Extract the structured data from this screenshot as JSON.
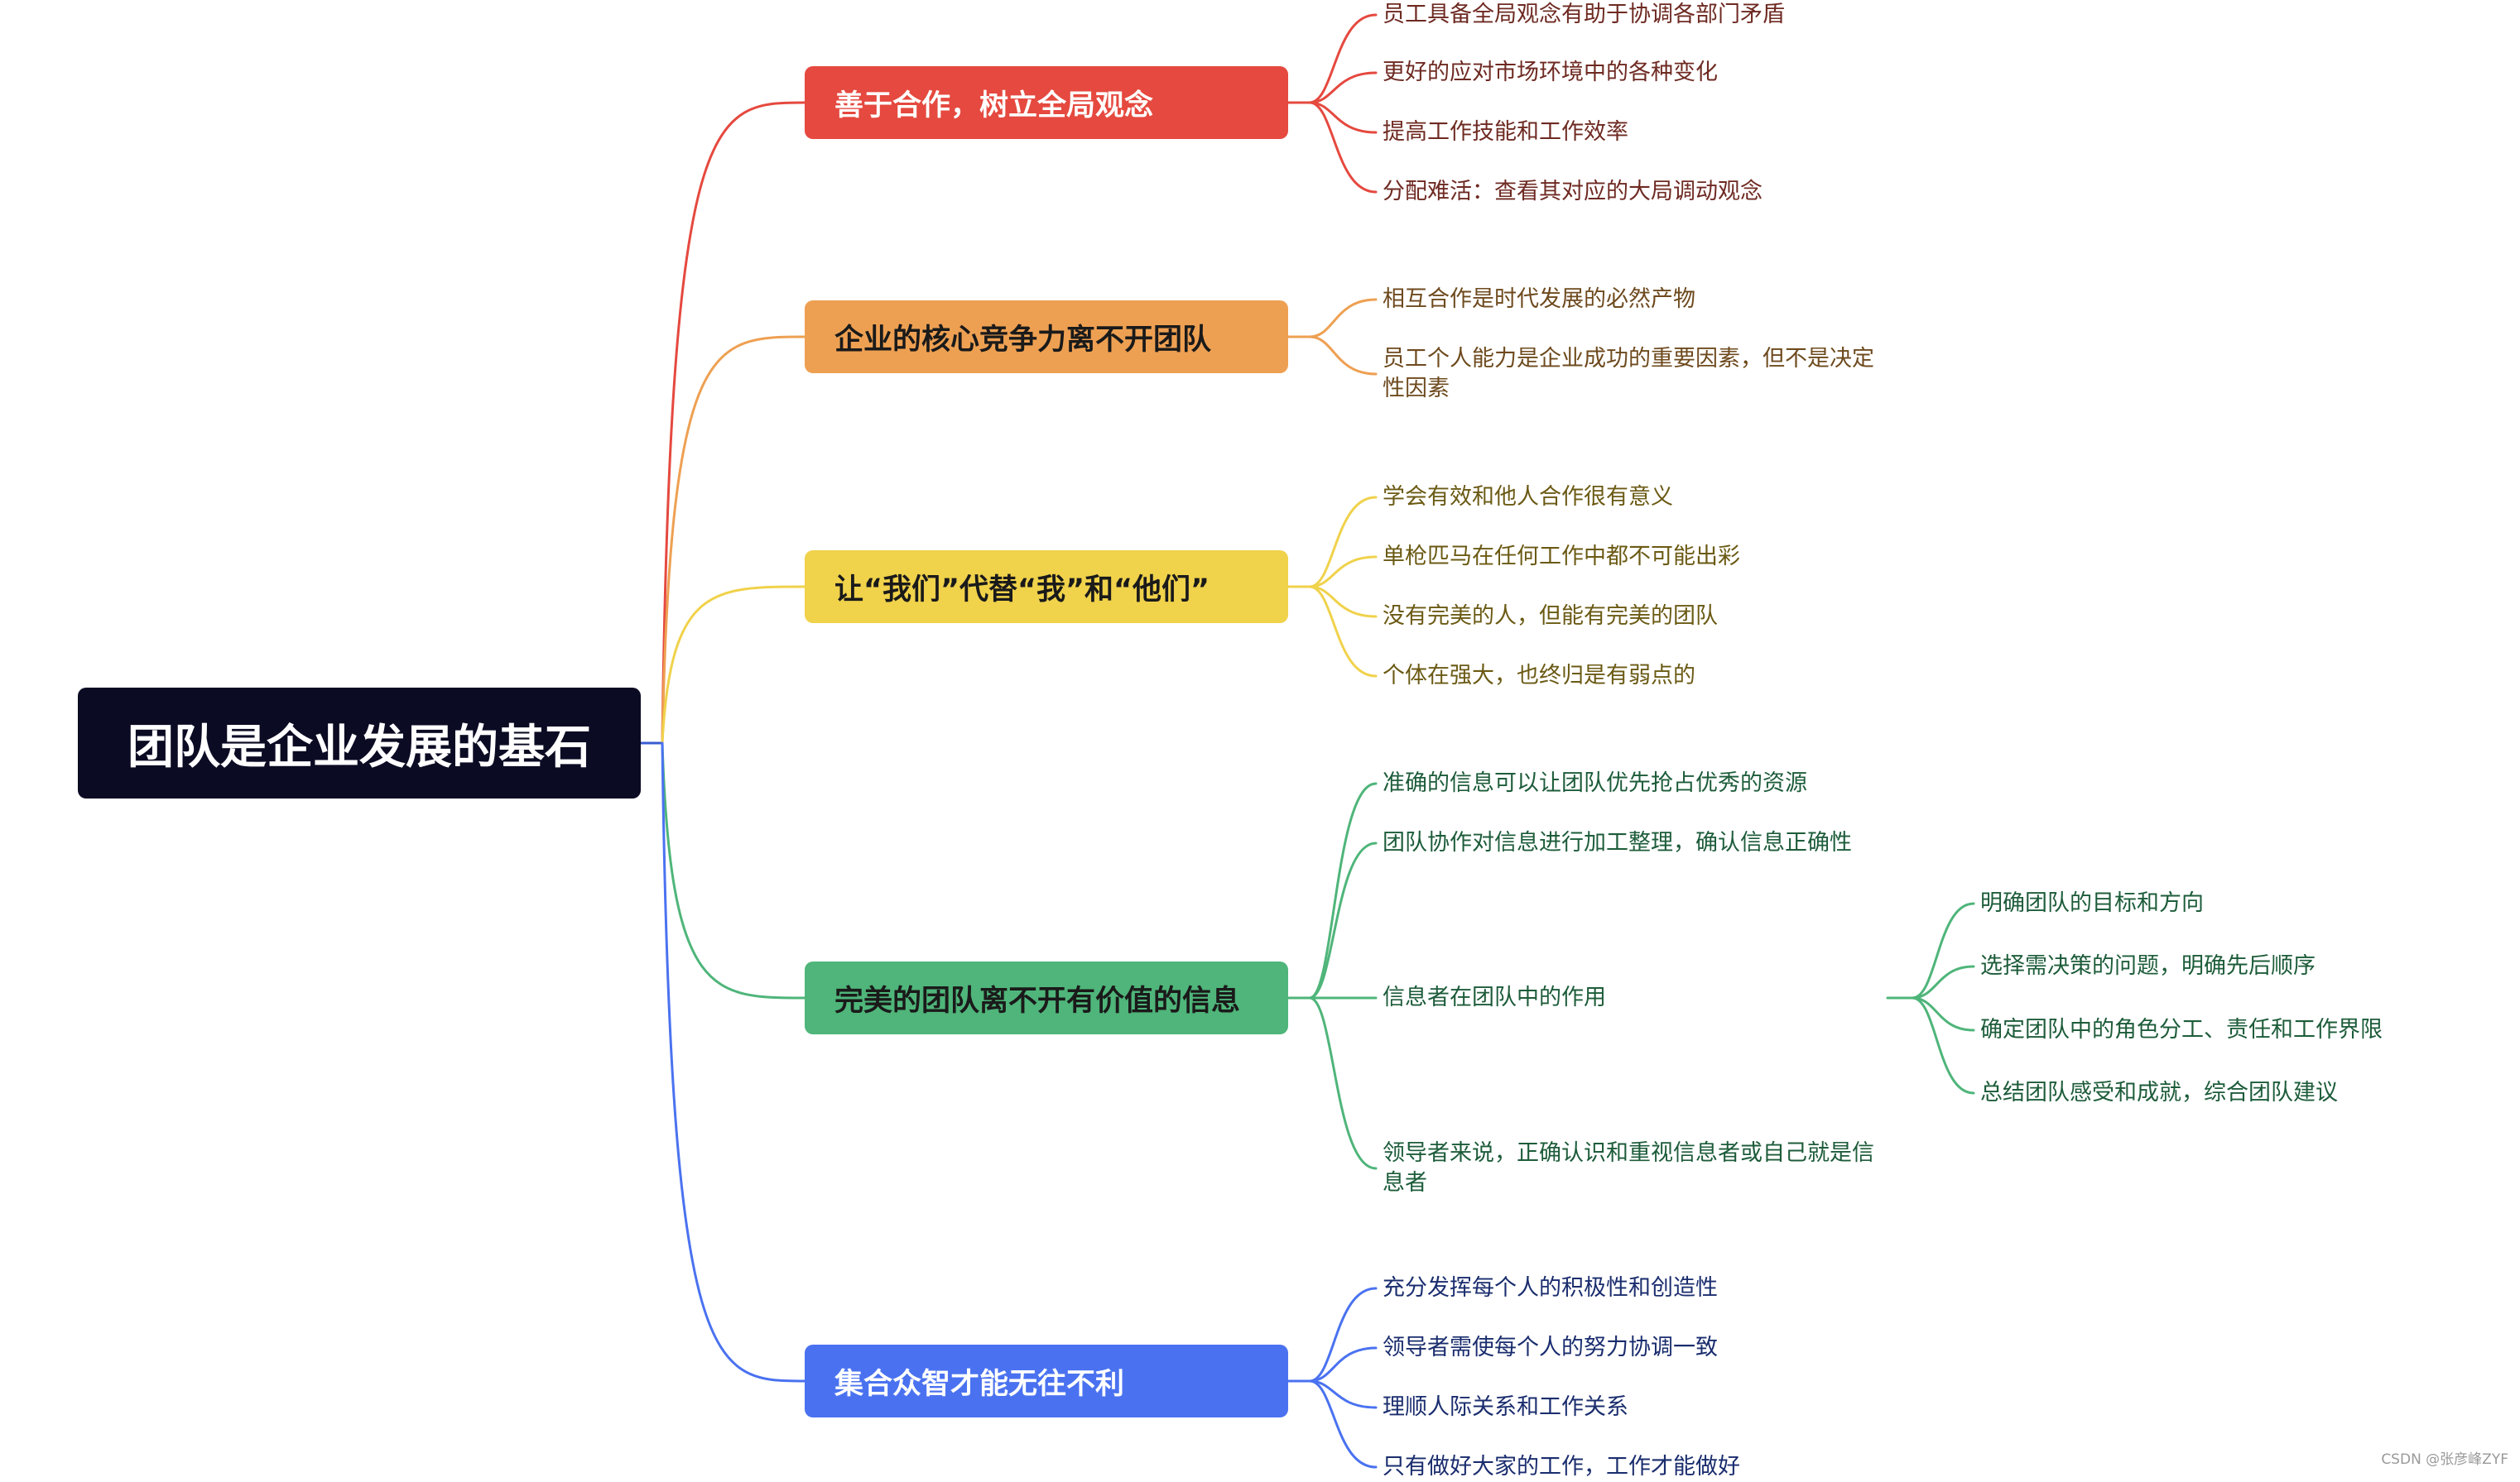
{
  "root": {
    "title": "团队是企业发展的基石"
  },
  "colors": {
    "root_bg": "#0b0b24",
    "branch_red": "#e5493f",
    "branch_orange": "#eea052",
    "branch_yellow": "#f0d24b",
    "branch_green": "#4fb57a",
    "branch_blue": "#4a72f0"
  },
  "branches": [
    {
      "label": "善于合作，树立全局观念",
      "children": [
        "员工具备全局观念有助于协调各部门矛盾",
        "更好的应对市场环境中的各种变化",
        "提高工作技能和工作效率",
        "分配难活：查看其对应的大局调动观念"
      ]
    },
    {
      "label": "企业的核心竞争力离不开团队",
      "children": [
        "相互合作是时代发展的必然产物",
        "员工个人能力是企业成功的重要因素，但不是决定性因素"
      ]
    },
    {
      "label": "让“我们”代替“我”和“他们”",
      "children": [
        "学会有效和他人合作很有意义",
        "单枪匹马在任何工作中都不可能出彩",
        "没有完美的人，但能有完美的团队",
        "个体在强大，也终归是有弱点的"
      ]
    },
    {
      "label": "完美的团队离不开有价值的信息",
      "children": [
        "准确的信息可以让团队优先抢占优秀的资源",
        "团队协作对信息进行加工整理，确认信息正确性",
        "信息者在团队中的作用",
        "领导者来说，正确认识和重视信息者或自己就是信息者"
      ],
      "sub_children": [
        "明确团队的目标和方向",
        "选择需决策的问题，明确先后顺序",
        "确定团队中的角色分工、责任和工作界限",
        "总结团队感受和成就，综合团队建议"
      ]
    },
    {
      "label": "集合众智才能无往不利",
      "children": [
        "充分发挥每个人的积极性和创造性",
        "领导者需使每个人的努力协调一致",
        "理顺人际关系和工作关系",
        "只有做好大家的工作，工作才能做好"
      ]
    }
  ],
  "watermark": "CSDN @张彦峰ZYF"
}
